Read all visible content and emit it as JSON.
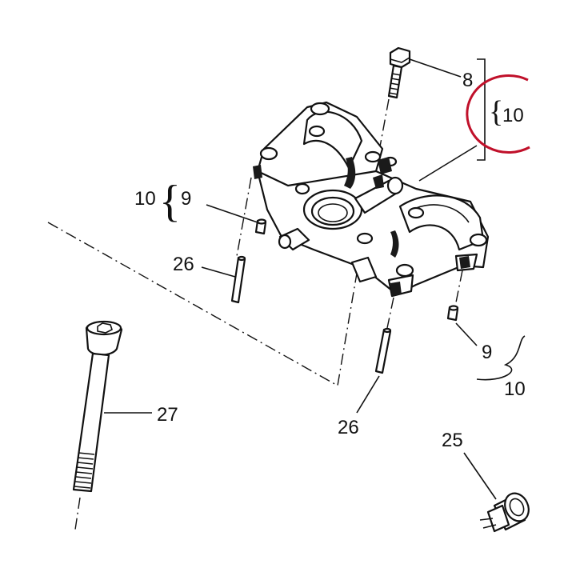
{
  "callouts": {
    "c8": "8",
    "c10_top": "10",
    "c10_left": "10",
    "c9_left": "9",
    "c26_left": "26",
    "c9_right": "9",
    "c10_right": "10",
    "c27": "27",
    "c26_bottom": "26",
    "c25": "25"
  },
  "colors": {
    "line": "#111111",
    "highlight": "#c0102a"
  }
}
